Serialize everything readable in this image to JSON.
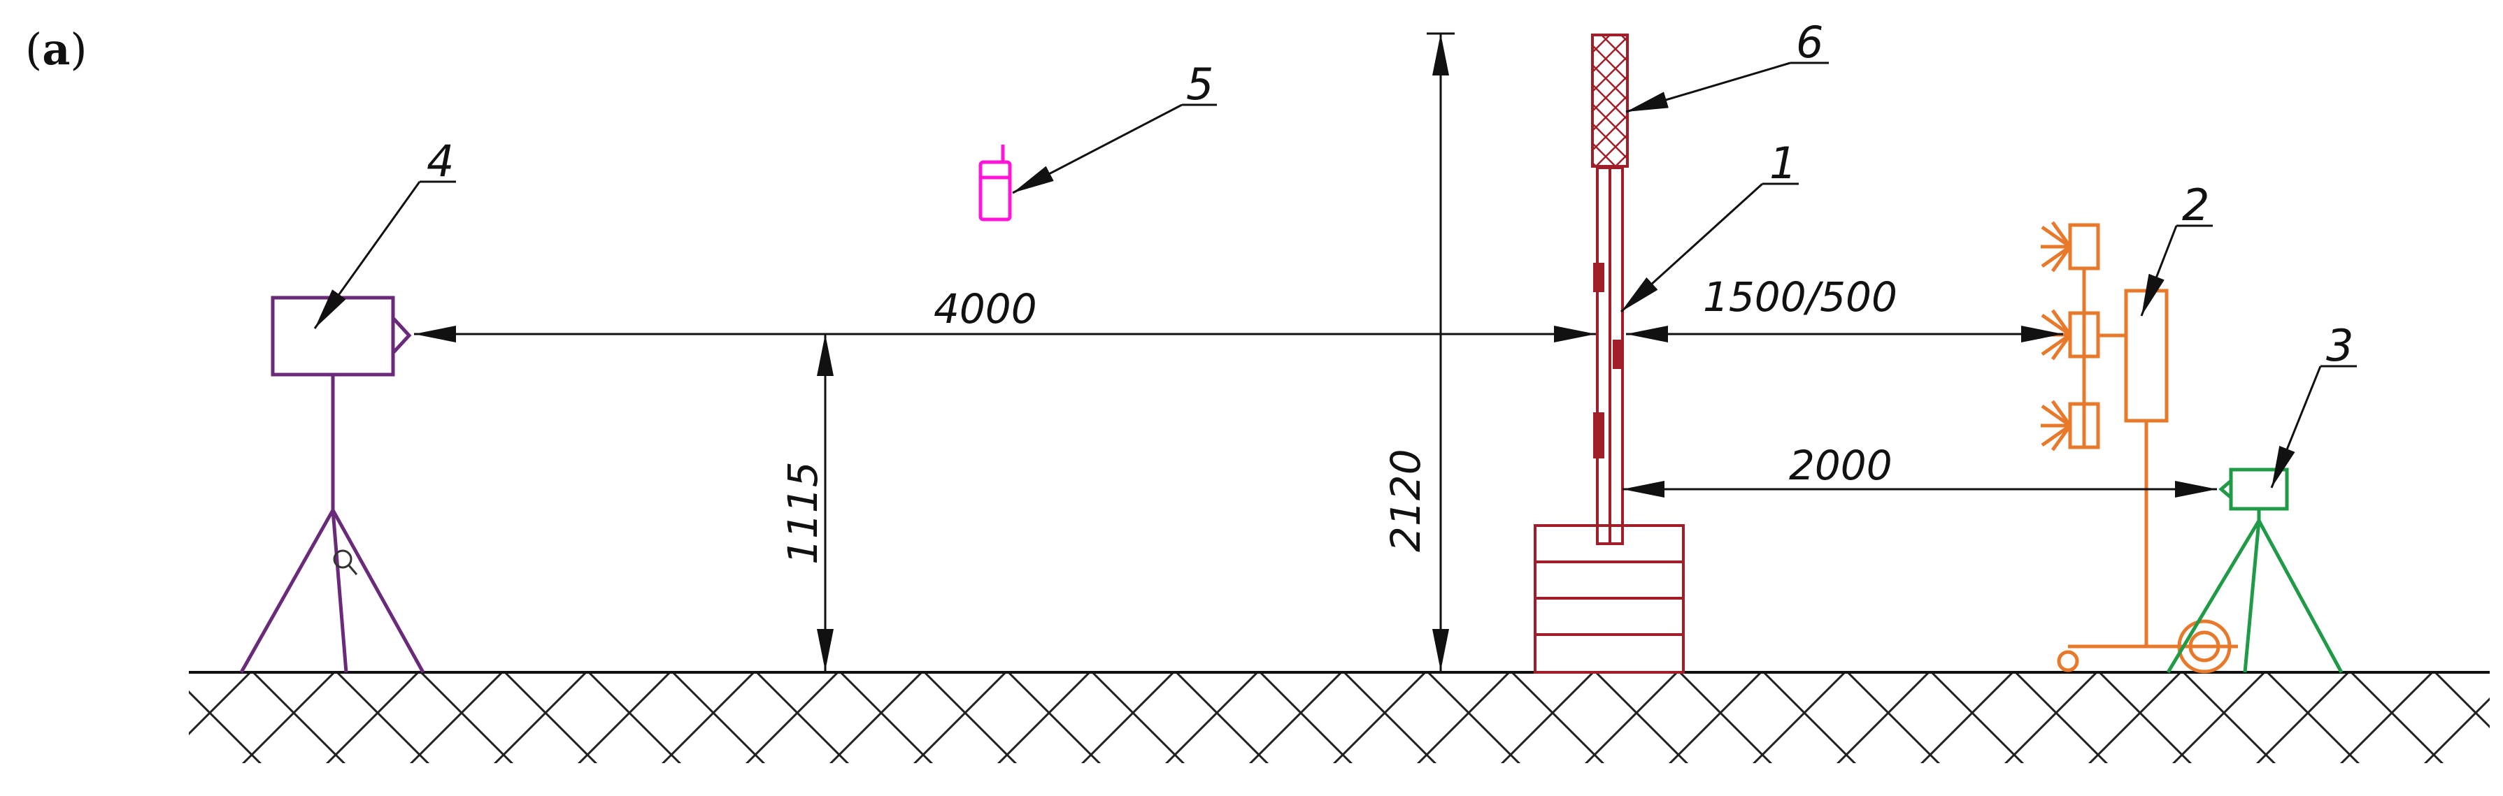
{
  "panel_label": {
    "open": "(",
    "letter": "a",
    "close": ")"
  },
  "dimensions": {
    "camera_to_target": "4000",
    "lamp_to_target": "1500/500",
    "camera_height": "1115",
    "target_height": "2120",
    "device_to_target": "2000"
  },
  "callouts": [
    "1",
    "2",
    "3",
    "4",
    "5",
    "6"
  ],
  "colors": {
    "line": "#111111",
    "target": "#a01e28",
    "lamp": "#e8782a",
    "device": "#1f9a46",
    "camera": "#6a2a7a",
    "phone": "#ff14d8"
  }
}
